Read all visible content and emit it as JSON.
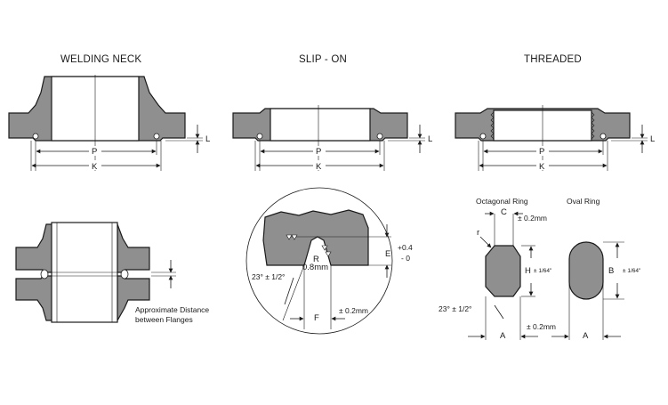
{
  "titles": {
    "welding_neck": "WELDING NECK",
    "slip_on": "SLIP - ON",
    "threaded": "THREADED"
  },
  "dims": {
    "P": "P",
    "K": "K",
    "L": "L",
    "R": "R",
    "r": "r",
    "E": "E",
    "F": "F",
    "C": "C",
    "H": "H",
    "B": "B",
    "A": "A"
  },
  "groove": {
    "radius": "0.8mm",
    "angle": "23° ± 1/2°",
    "tol_plus": "+0.4",
    "tol_minus": "- 0",
    "tol_f": "± 0.2mm"
  },
  "rings": {
    "octagonal": "Octagonal Ring",
    "oval": "Oval Ring",
    "tol_c": "± 0.2mm",
    "tol_h": "± 1/64\"",
    "tol_b": "± 1/64\"",
    "tol_a": "± 0.2mm",
    "angle": "23° ± 1/2°"
  },
  "assembly": {
    "note_line1": "Approximate Distance",
    "note_line2": "between Flanges"
  }
}
